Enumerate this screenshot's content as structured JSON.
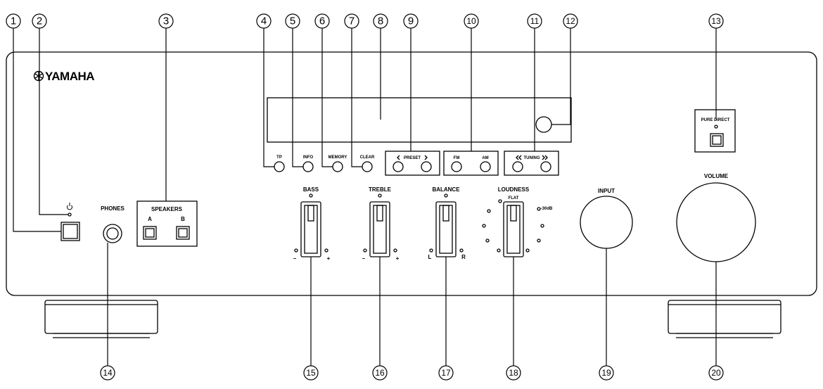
{
  "brand": "YAMAHA",
  "labels": {
    "speakers": "SPEAKERS",
    "speaker_a": "A",
    "speaker_b": "B",
    "phones": "PHONES",
    "tp": "TP",
    "info": "INFO",
    "memory": "MEMORY",
    "clear": "CLEAR",
    "preset": "PRESET",
    "fm": "FM",
    "am": "AM",
    "tuning": "TUNING",
    "pure_direct": "PURE DIRECT",
    "bass": "BASS",
    "treble": "TREBLE",
    "balance": "BALANCE",
    "loudness": "LOUDNESS",
    "flat": "FLAT",
    "db": "-30dB",
    "input": "INPUT",
    "volume": "VOLUME",
    "minus": "–",
    "plus": "+",
    "left": "L",
    "right": "R"
  },
  "callouts": [
    "1",
    "2",
    "3",
    "4",
    "5",
    "6",
    "7",
    "8",
    "9",
    "10",
    "11",
    "12",
    "13",
    "14",
    "15",
    "16",
    "17",
    "18",
    "19",
    "20"
  ],
  "colors": {
    "line": "#000000",
    "background": "#ffffff"
  }
}
